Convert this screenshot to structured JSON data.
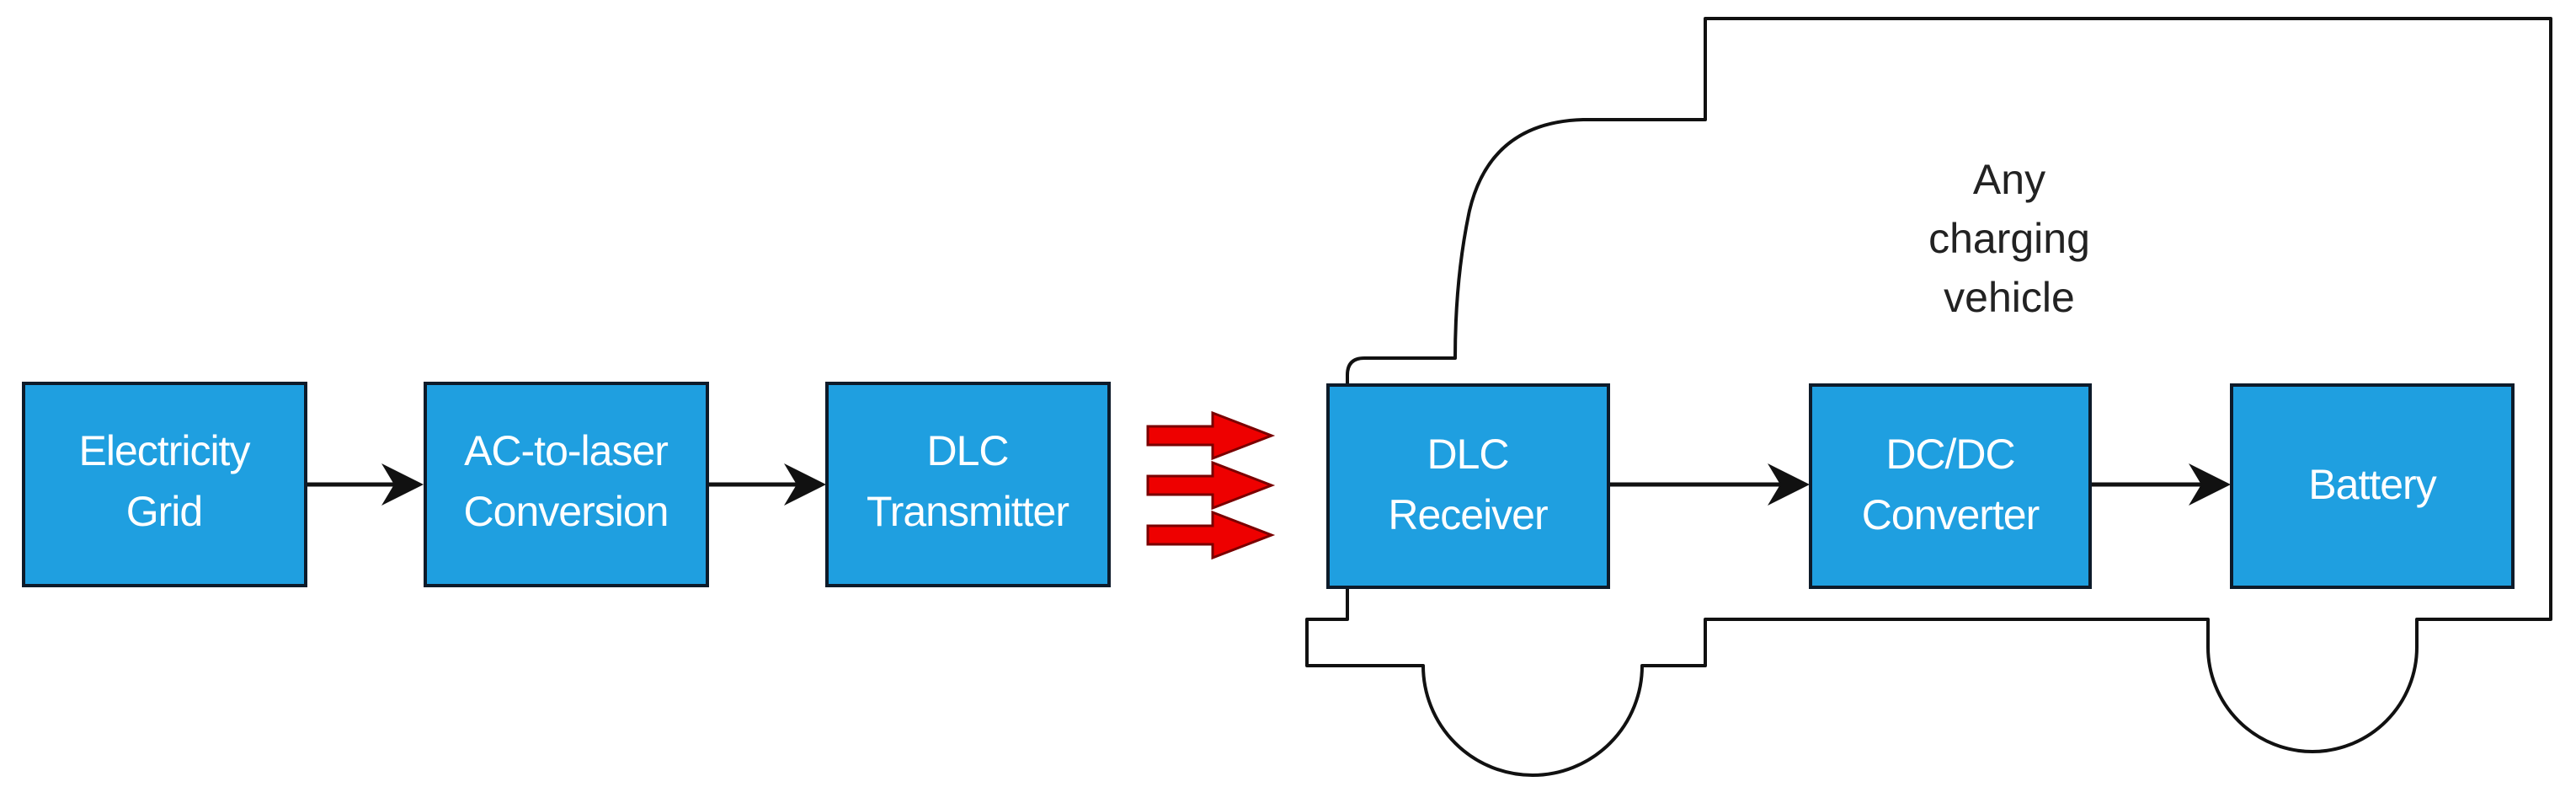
{
  "colors": {
    "block_fill": "#1f9fe0",
    "block_stroke": "#0d1b2a",
    "block_text": "#ffffff",
    "connector": "#111111",
    "laser_arrow": "#ee0000",
    "vehicle_outline": "#111111"
  },
  "blocks": [
    {
      "id": "electricity-grid",
      "lines": [
        "Electricity",
        "Grid"
      ]
    },
    {
      "id": "ac-to-laser-conversion",
      "lines": [
        "AC-to-laser",
        "Conversion"
      ]
    },
    {
      "id": "dlc-transmitter",
      "lines": [
        "DLC",
        "Transmitter"
      ]
    },
    {
      "id": "dlc-receiver",
      "lines": [
        "DLC",
        "Receiver"
      ]
    },
    {
      "id": "dc-dc-converter",
      "lines": [
        "DC/DC",
        "Converter"
      ]
    },
    {
      "id": "battery",
      "lines": [
        "Battery"
      ]
    }
  ],
  "vehicle_label": {
    "lines": [
      "Any",
      "charging",
      "vehicle"
    ]
  }
}
